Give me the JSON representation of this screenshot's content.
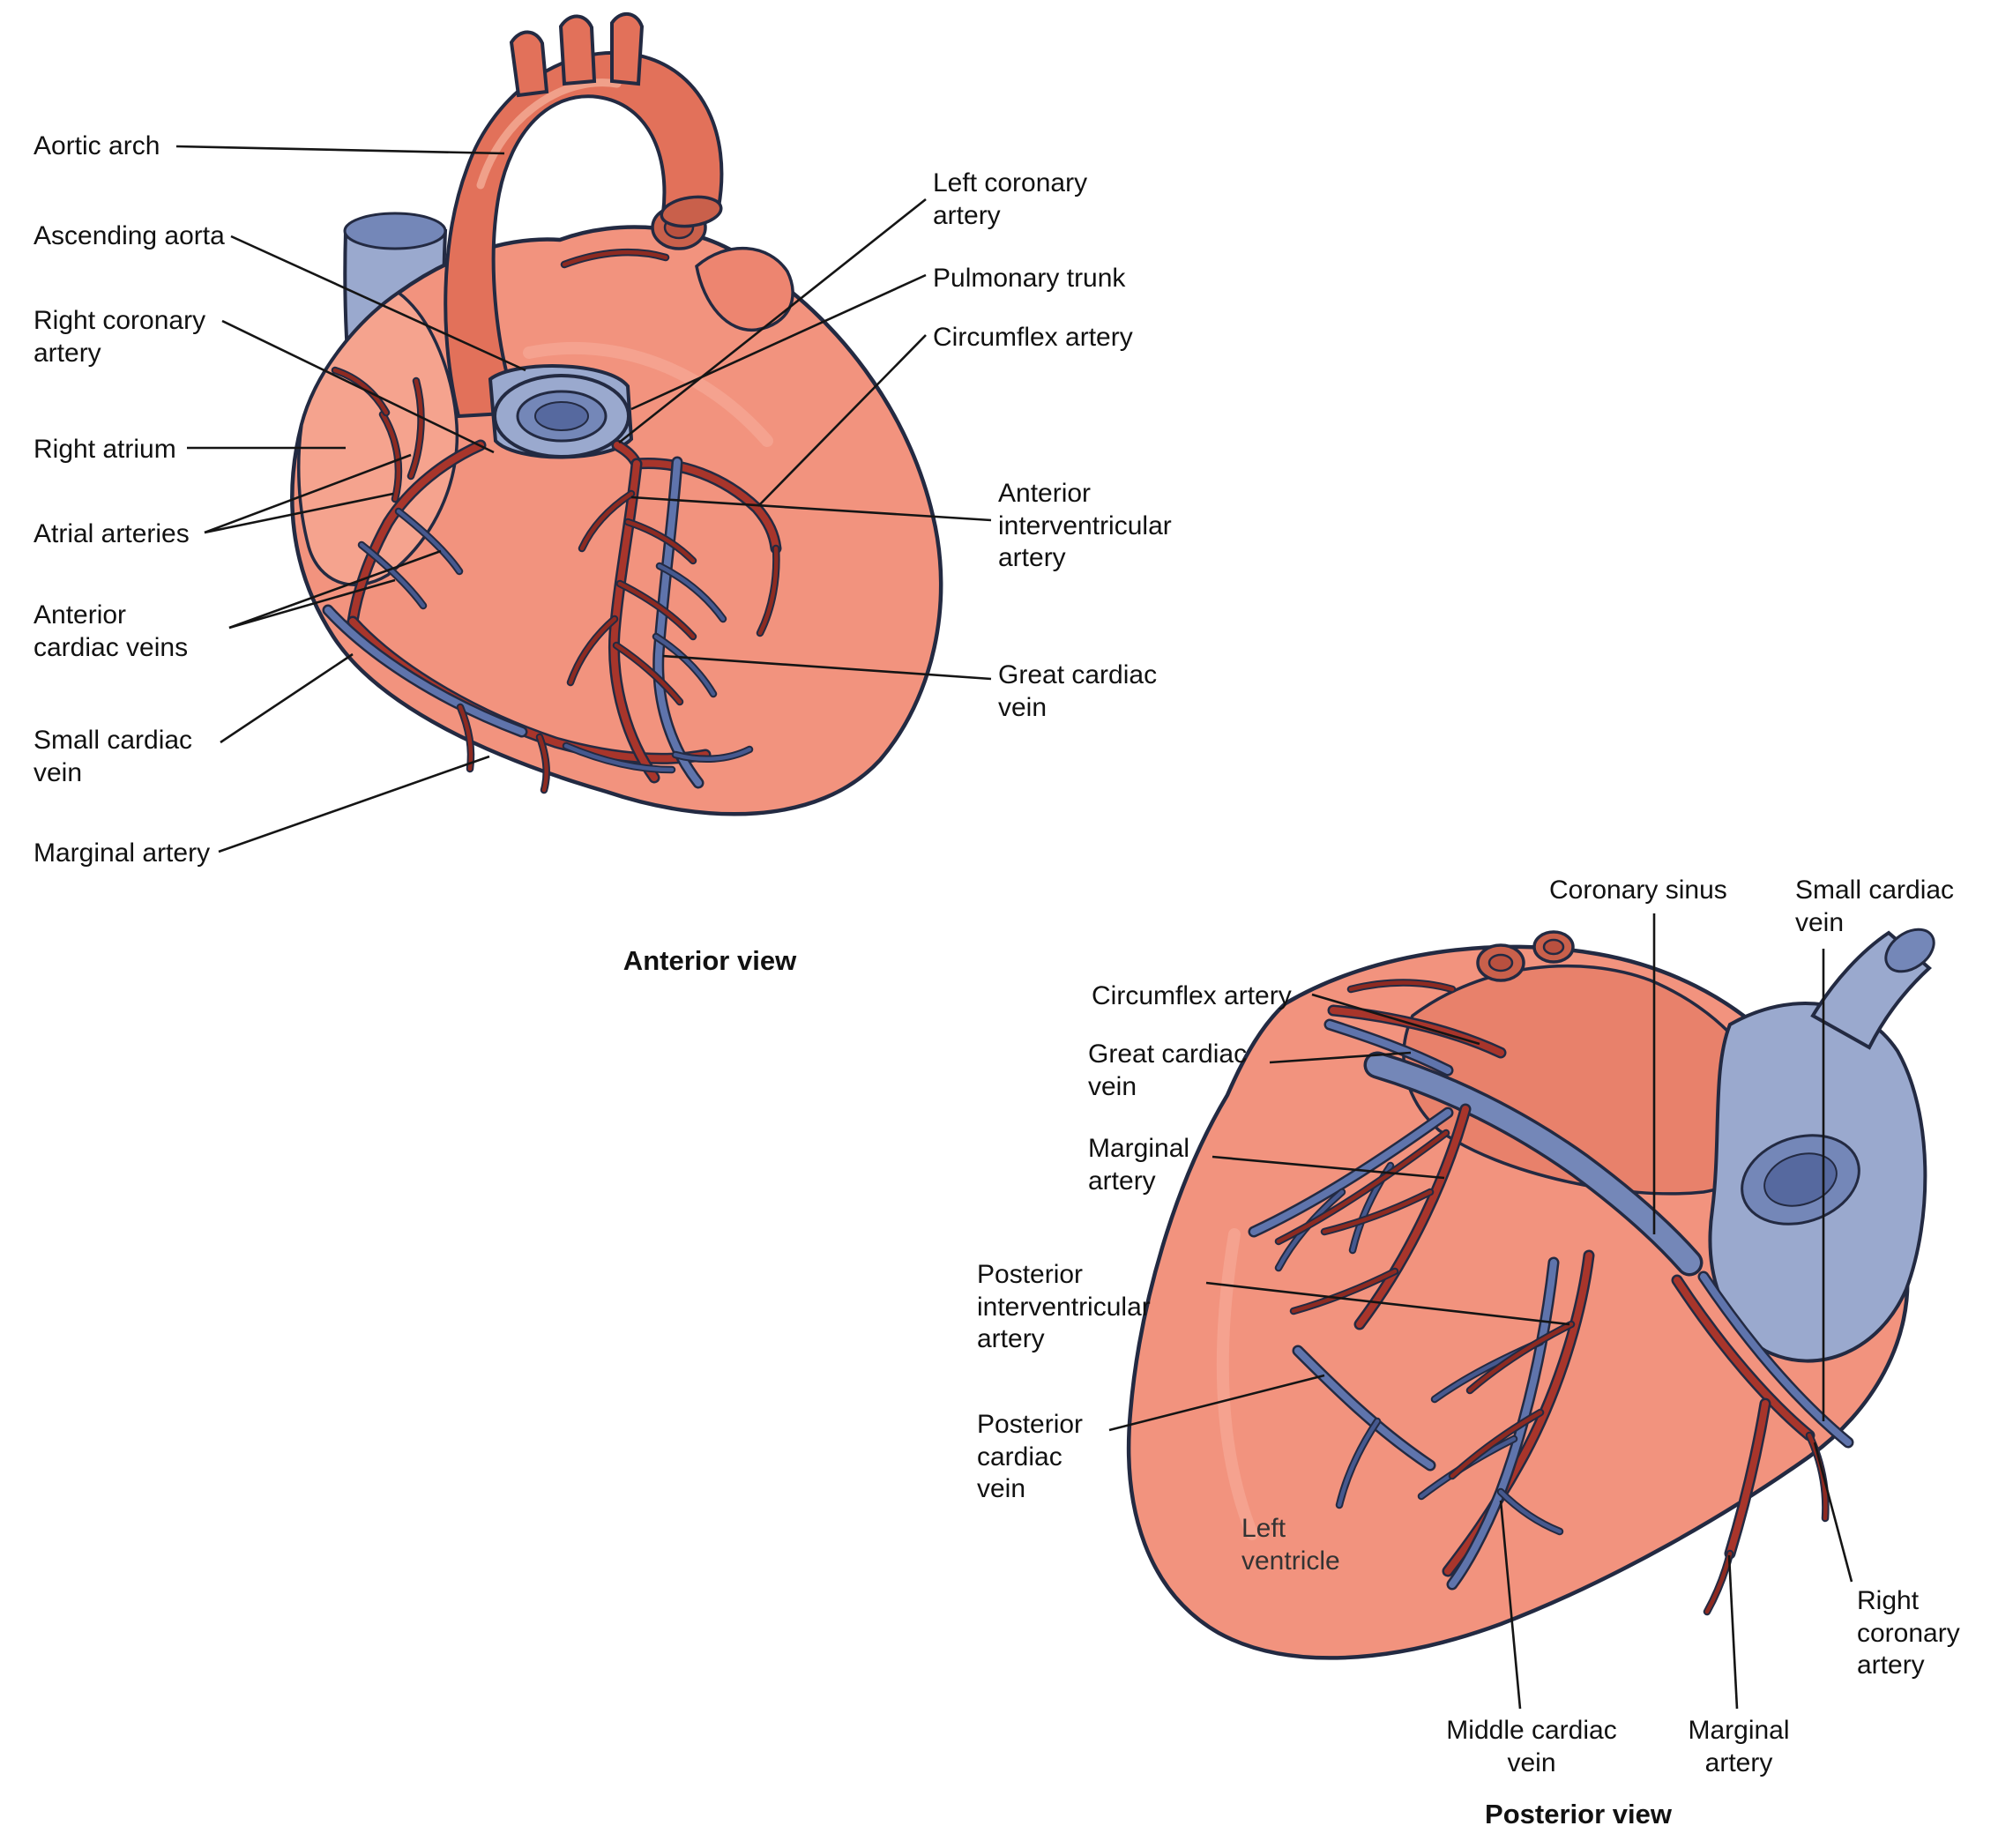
{
  "diagram": {
    "anterior": {
      "caption": "Anterior view",
      "labels": {
        "aortic_arch": "Aortic arch",
        "ascending_aorta": "Ascending aorta",
        "right_coronary_artery": "Right coronary\nartery",
        "right_atrium": "Right atrium",
        "atrial_arteries": "Atrial arteries",
        "anterior_cardiac_veins": "Anterior\ncardiac veins",
        "small_cardiac_vein": "Small cardiac\nvein",
        "marginal_artery": "Marginal artery",
        "left_coronary_artery": "Left coronary\nartery",
        "pulmonary_trunk": "Pulmonary trunk",
        "circumflex_artery": "Circumflex artery",
        "anterior_interventricular_artery": "Anterior\ninterventricular\nartery",
        "great_cardiac_vein": "Great cardiac\nvein"
      }
    },
    "posterior": {
      "caption": "Posterior view",
      "labels": {
        "coronary_sinus": "Coronary sinus",
        "small_cardiac_vein": "Small cardiac\nvein",
        "circumflex_artery": "Circumflex artery",
        "great_cardiac_vein": "Great cardiac\nvein",
        "marginal_artery_upper": "Marginal\nartery",
        "posterior_interventricular_artery": "Posterior\ninterventricular\nartery",
        "posterior_cardiac_vein": "Posterior\ncardiac\nvein",
        "left_ventricle": "Left\nventricle",
        "middle_cardiac_vein": "Middle cardiac\nvein",
        "marginal_artery_lower": "Marginal\nartery",
        "right_coronary_artery": "Right\ncoronary\nartery"
      }
    },
    "colors": {
      "background": "#FFFFFF",
      "heart_body": "#F2937E",
      "heart_atrium": "#F5A38E",
      "atria_posterior": "#E8816B",
      "auricle": "#ED8570",
      "aorta": "#E2715A",
      "aorta_cut": "#C9604B",
      "vessel_blue": "#9AA9CE",
      "vessel_blue_mid": "#7487B8",
      "vessel_blue_deep": "#56699F",
      "artery_red": "#A8352B",
      "vein_blue_line": "#5F74AC",
      "outline": "#232A42",
      "leader_line": "#151515",
      "label_text": "#111111"
    }
  }
}
